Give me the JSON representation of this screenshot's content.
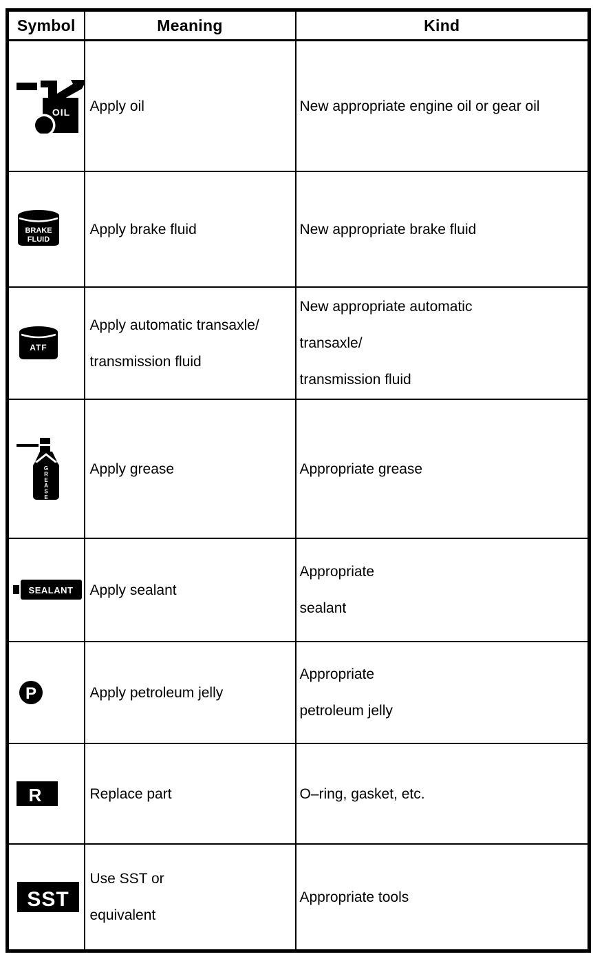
{
  "page": {
    "paper_color": "#ffffff",
    "ink_color": "#000000"
  },
  "table": {
    "headers": [
      {
        "label": "Symbol"
      },
      {
        "label": "Meaning"
      },
      {
        "label": "Kind"
      }
    ],
    "rows": [
      {
        "symbol": "oil-can",
        "meaning": [
          "Apply oil"
        ],
        "kind": [
          "New appropriate engine oil or gear oil"
        ]
      },
      {
        "symbol": "brake-fluid-can",
        "meaning": [
          "Apply brake fluid"
        ],
        "kind": [
          "New appropriate brake fluid"
        ]
      },
      {
        "symbol": "atf-can",
        "meaning": [
          "Apply automatic transaxle/",
          "transmission fluid"
        ],
        "kind": [
          "New appropriate automatic",
          "transaxle/",
          "transmission fluid"
        ]
      },
      {
        "symbol": "grease-spray-can",
        "meaning": [
          "Apply grease"
        ],
        "kind": [
          "Appropriate grease"
        ]
      },
      {
        "symbol": "sealant-tube",
        "meaning": [
          "Apply sealant"
        ],
        "kind": [
          "Appropriate",
          "sealant"
        ]
      },
      {
        "symbol": "petroleum-jelly-mark",
        "meaning": [
          "Apply petroleum jelly"
        ],
        "kind": [
          "Appropriate",
          "petroleum jelly"
        ]
      },
      {
        "symbol": "replace-part-mark",
        "meaning": [
          "Replace part"
        ],
        "kind": [
          "O–ring, gasket, etc."
        ]
      },
      {
        "symbol": "sst-mark",
        "meaning": [
          "Use SST or",
          "equivalent"
        ],
        "kind": [
          "Appropriate tools"
        ]
      }
    ]
  },
  "icons": {
    "oil": {
      "label": "OIL"
    },
    "brake": {
      "line1": "BRAKE",
      "line2": "FLUID"
    },
    "atf": {
      "label": "ATF"
    },
    "grease": {
      "label": "GREASE"
    },
    "sealant": {
      "label": "SEALANT"
    },
    "petroleum": {
      "label": "P"
    },
    "replace": {
      "label": "R"
    },
    "sst": {
      "label": "SST"
    }
  }
}
